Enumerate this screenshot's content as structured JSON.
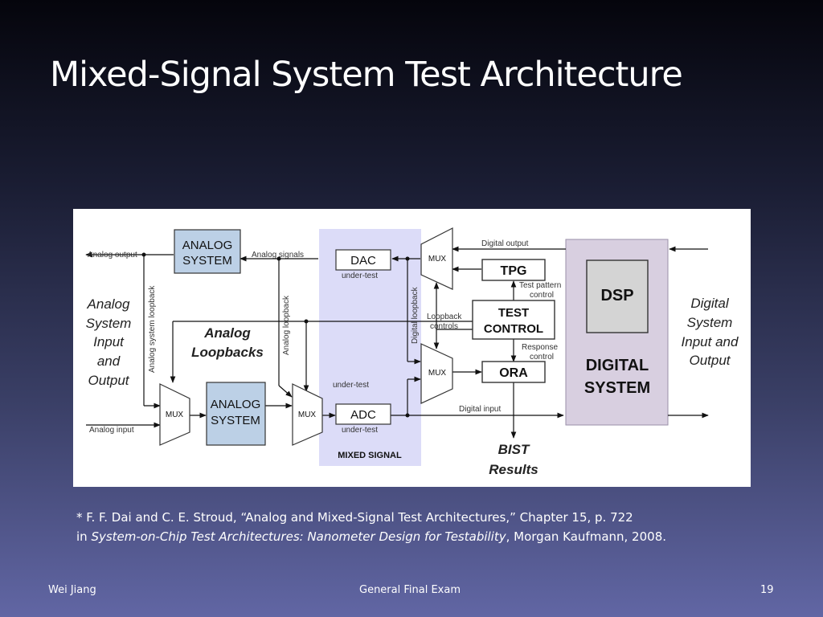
{
  "slide": {
    "title": "Mixed-Signal System Test Architecture",
    "page_number": "19"
  },
  "footer": {
    "author": "Wei Jiang",
    "event": "General Final Exam"
  },
  "citation": {
    "line1": "* F. F. Dai and C. E. Stroud, “Analog and Mixed-Signal Test Architectures,” Chapter 15, p. 722",
    "prefix": "in ",
    "book": "System-on-Chip Test Architectures: Nanometer Design for Testability",
    "suffix": ", Morgan Kaufmann, 2008."
  },
  "diagram": {
    "colors": {
      "analog_block": "#bcd0e6",
      "mixed_band": "#dcdcf8",
      "digital_band": "#d8cfe0",
      "dsp_block": "#d4d4d4",
      "line": "#111111"
    },
    "labels": {
      "analog_output": "Analog output",
      "analog_input": "Analog input",
      "analog_signals": "Analog signals",
      "digital_output": "Digital output",
      "digital_input": "Digital input",
      "analog_system_loopback": "Analog system loopback",
      "analog_loopback": "Analog loopback",
      "digital_loopback": "Digital loopback",
      "loopback_controls_1": "Loopback",
      "loopback_controls_2": "controls",
      "test_pattern_control_1": "Test pattern",
      "test_pattern_control_2": "control",
      "response_control_1": "Response",
      "response_control_2": "control",
      "under_test_dac": "under-test",
      "under_test_adc": "under-test",
      "under_test_mid": "under-test"
    },
    "blocks": {
      "analog_system_top_1": "ANALOG",
      "analog_system_top_2": "SYSTEM",
      "analog_system_bottom_1": "ANALOG",
      "analog_system_bottom_2": "SYSTEM",
      "dac": "DAC",
      "adc": "ADC",
      "mux_left": "MUX",
      "mux_mid": "MUX",
      "mux_top": "MUX",
      "mux_bottom": "MUX",
      "tpg": "TPG",
      "test_control_1": "TEST",
      "test_control_2": "CONTROL",
      "ora": "ORA",
      "dsp": "DSP",
      "digital_system_1": "DIGITAL",
      "digital_system_2": "SYSTEM",
      "mixed_signal": "MIXED SIGNAL"
    },
    "side_text": {
      "left": [
        "Analog",
        "System",
        "Input",
        "and",
        "Output"
      ],
      "right": [
        "Digital",
        "System",
        "Input and",
        "Output"
      ],
      "analog_loopbacks": [
        "Analog",
        "Loopbacks"
      ],
      "bist": [
        "BIST",
        "Results"
      ]
    }
  }
}
